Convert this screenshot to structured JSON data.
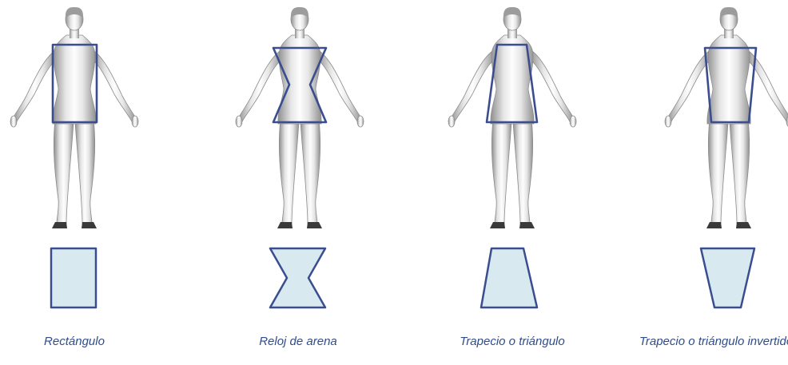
{
  "colors": {
    "outline": "#3a4d8f",
    "fill": "#d8eaf0",
    "caption": "#2e4d8a",
    "body_light": "#fbfbfb",
    "body_dark": "#9a9a9a",
    "feet": "#3a3a3a"
  },
  "shapes": [
    {
      "id": "rectangle",
      "caption": "Rectángulo"
    },
    {
      "id": "hourglass",
      "caption": "Reloj de arena"
    },
    {
      "id": "trapezoid",
      "caption": "Trapecio o triángulo"
    },
    {
      "id": "inverted-trapezoid",
      "caption": "Trapecio o triángulo invertido"
    }
  ]
}
